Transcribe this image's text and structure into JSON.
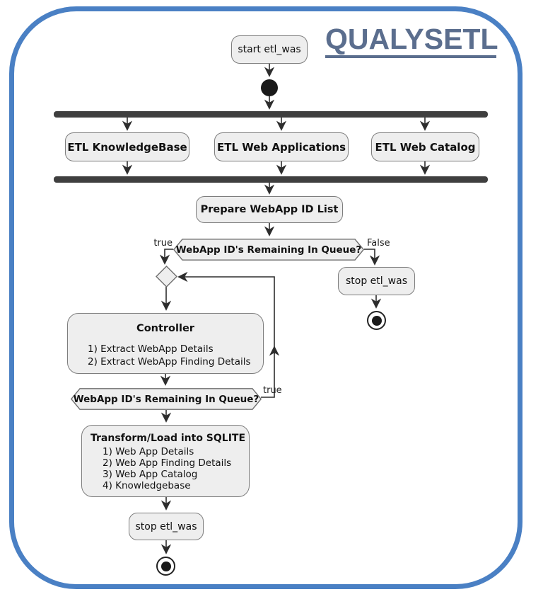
{
  "title": "QUALYSETL",
  "colors": {
    "frame_border": "#4a80c4",
    "title_text": "#5b6e8e",
    "node_fill": "#eeeeee",
    "node_border": "#7d7d7d",
    "sync_bar": "#3f3f3f",
    "edge_line": "#2d2d2d",
    "text": "#111111"
  },
  "nodes": {
    "start": {
      "label": "start etl_was"
    },
    "fork_branches": [
      {
        "label": "ETL KnowledgeBase"
      },
      {
        "label": "ETL Web Applications"
      },
      {
        "label": "ETL Web Catalog"
      }
    ],
    "prepare": {
      "label": "Prepare WebApp ID List"
    },
    "decision1": {
      "label": "WebApp ID's Remaining In Queue?",
      "true_label": "true",
      "false_label": "False"
    },
    "stop_right": {
      "label": "stop etl_was"
    },
    "controller": {
      "title": "Controller",
      "items": [
        "1) Extract WebApp Details",
        "2) Extract WebApp Finding Details"
      ]
    },
    "decision2": {
      "label": "WebApp ID's Remaining In Queue?",
      "true_label": "true"
    },
    "transform": {
      "title": "Transform/Load into SQLITE",
      "items": [
        "1) Web App Details",
        "2) Web App Finding Details",
        "3) Web App Catalog",
        "4) Knowledgebase"
      ]
    },
    "stop_bottom": {
      "label": "stop etl_was"
    }
  }
}
